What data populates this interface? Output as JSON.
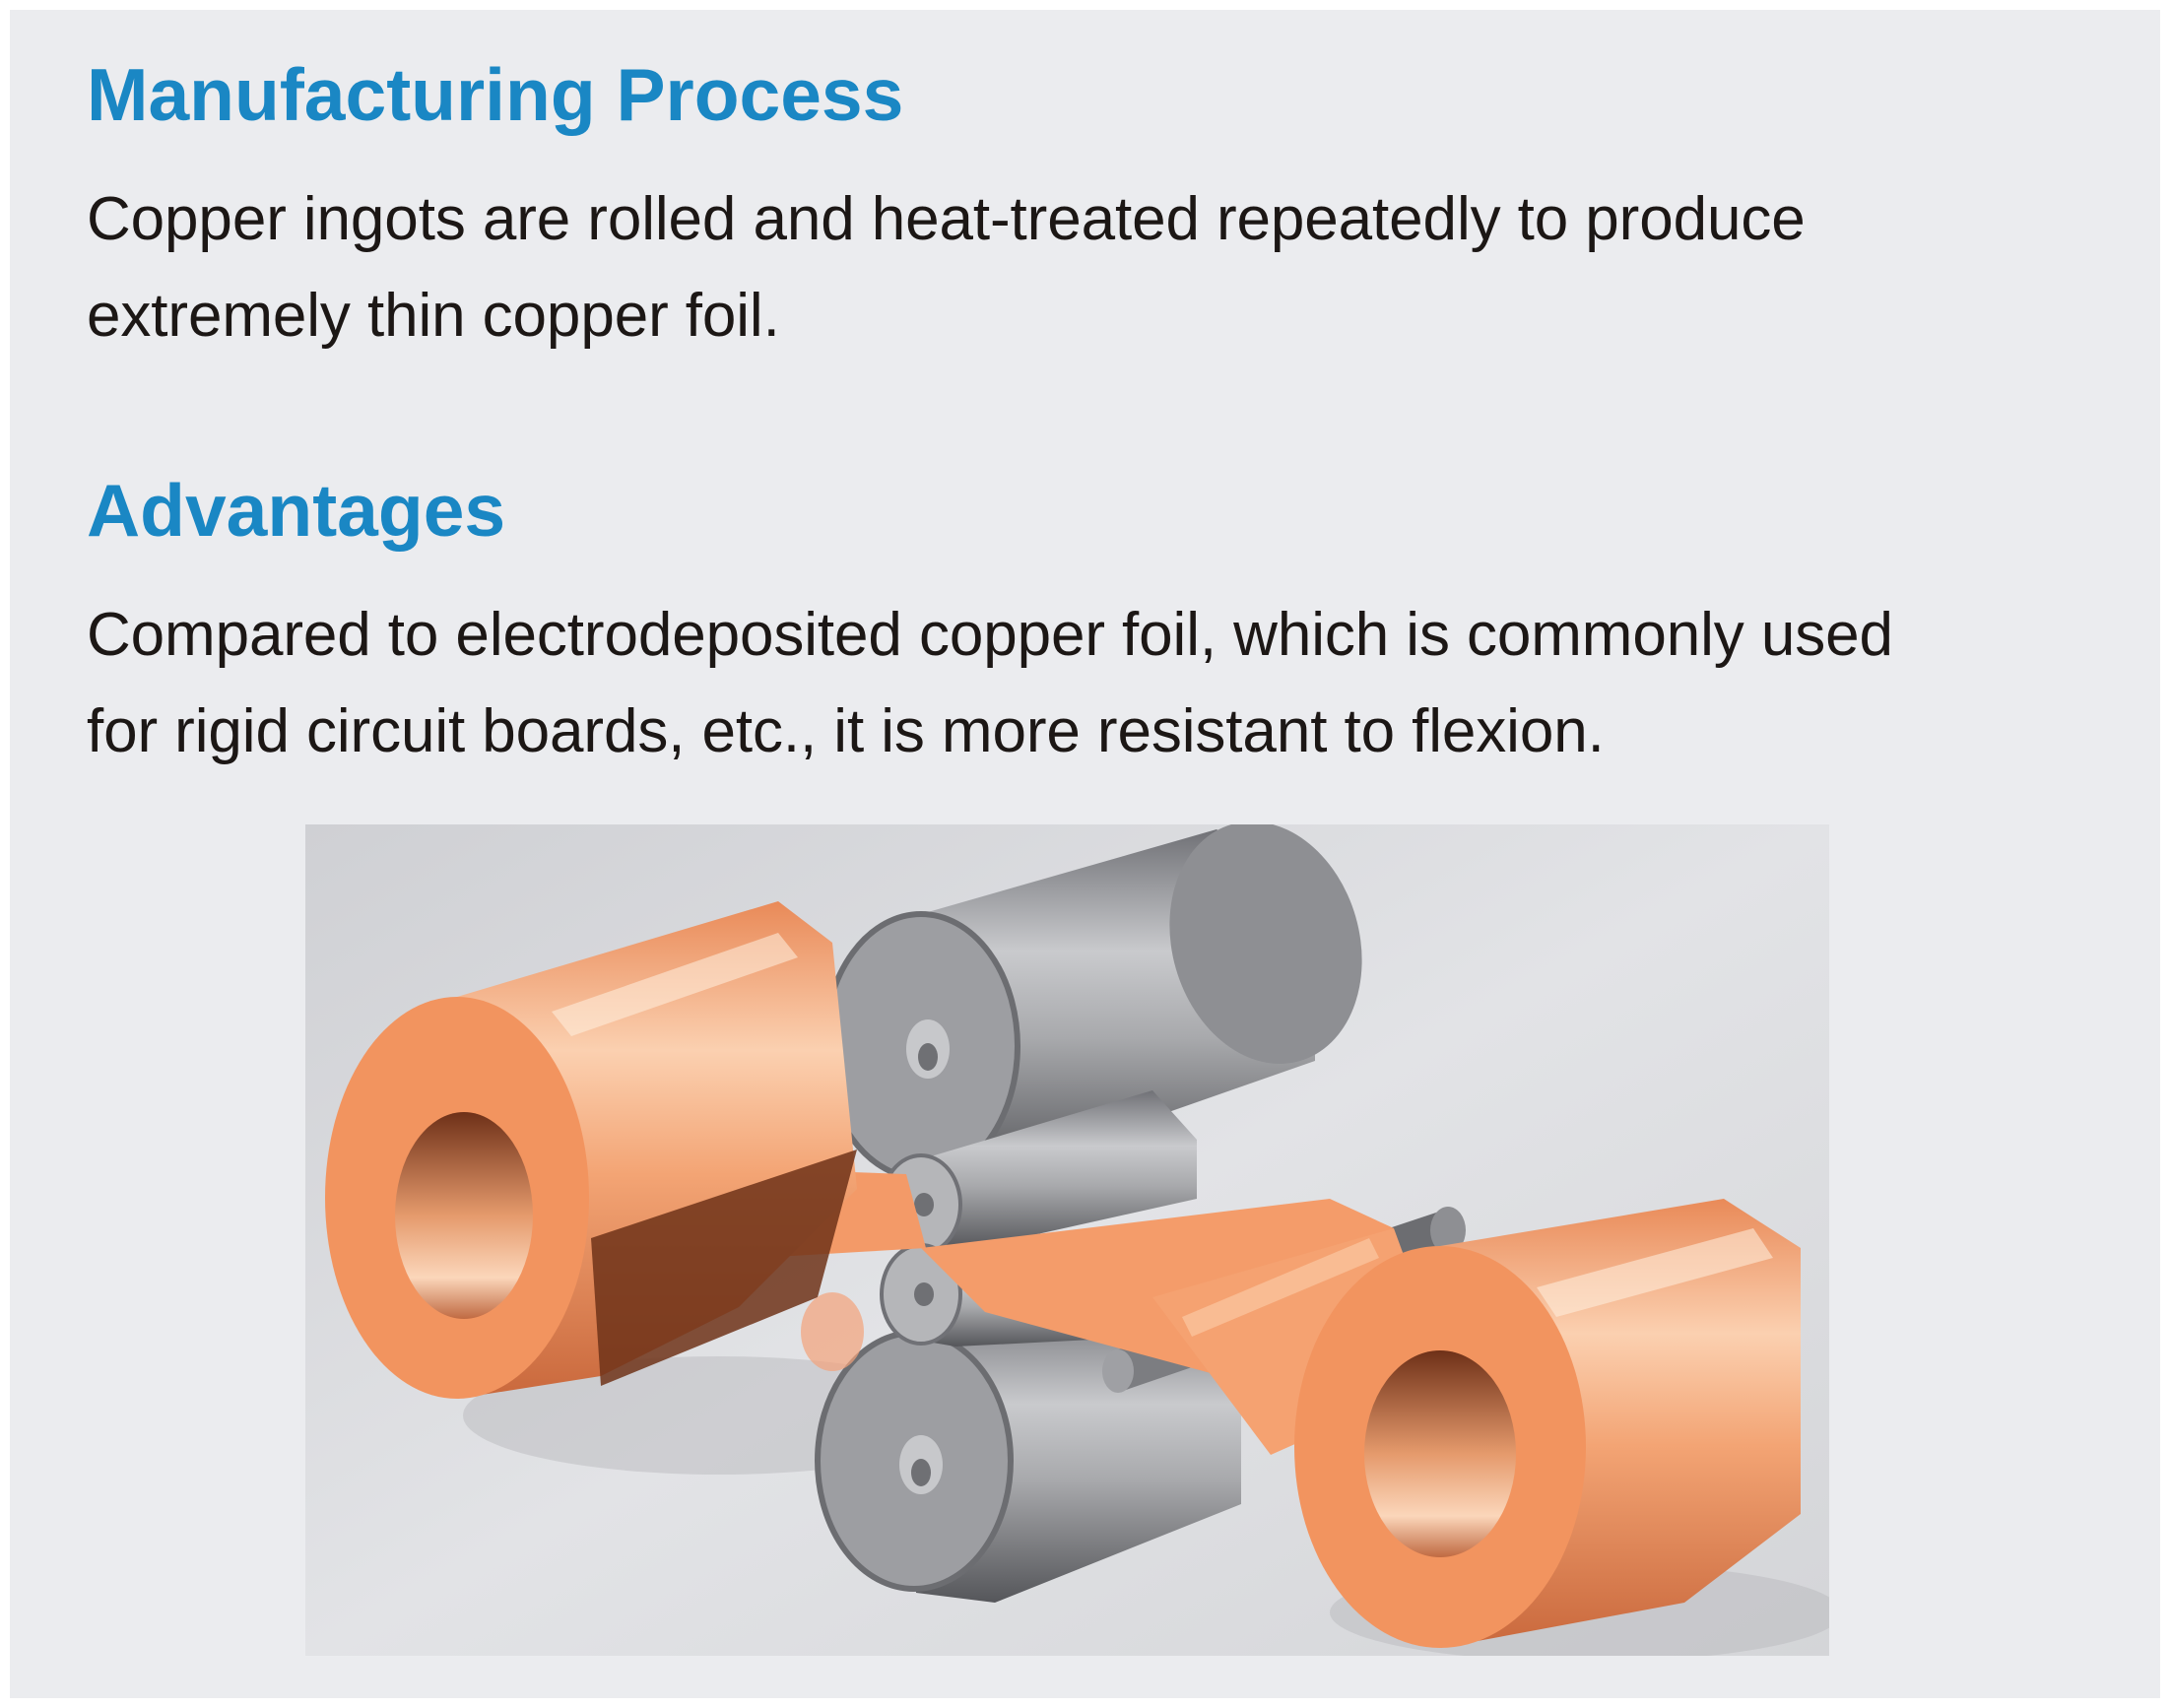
{
  "sections": [
    {
      "heading": "Manufacturing Process",
      "body_lines": [
        "Copper ingots are rolled and heat-treated repeatedly to produce",
        "extremely thin copper foil."
      ]
    },
    {
      "heading": "Advantages",
      "body_lines": [
        "Compared to electrodeposited copper foil, which is commonly used",
        "for rigid circuit boards, etc., it is more resistant to flexion."
      ]
    }
  ],
  "illustration": {
    "subject": "rolling-mill-illustration",
    "description": "Copper foil passing between gray rolling mill rollers from one copper coil to another",
    "colors": {
      "background": "#d2d3d7",
      "copper": "#f09a6a",
      "copper_light": "#f7c3a0",
      "copper_dark": "#7a3a1e",
      "steel": "#9b9c9f",
      "steel_light": "#cfd0d3",
      "steel_dark": "#5f6064"
    }
  },
  "theme": {
    "heading_color": "#1a87c4",
    "text_color": "#1c1715",
    "panel_background": "#ebecef"
  }
}
